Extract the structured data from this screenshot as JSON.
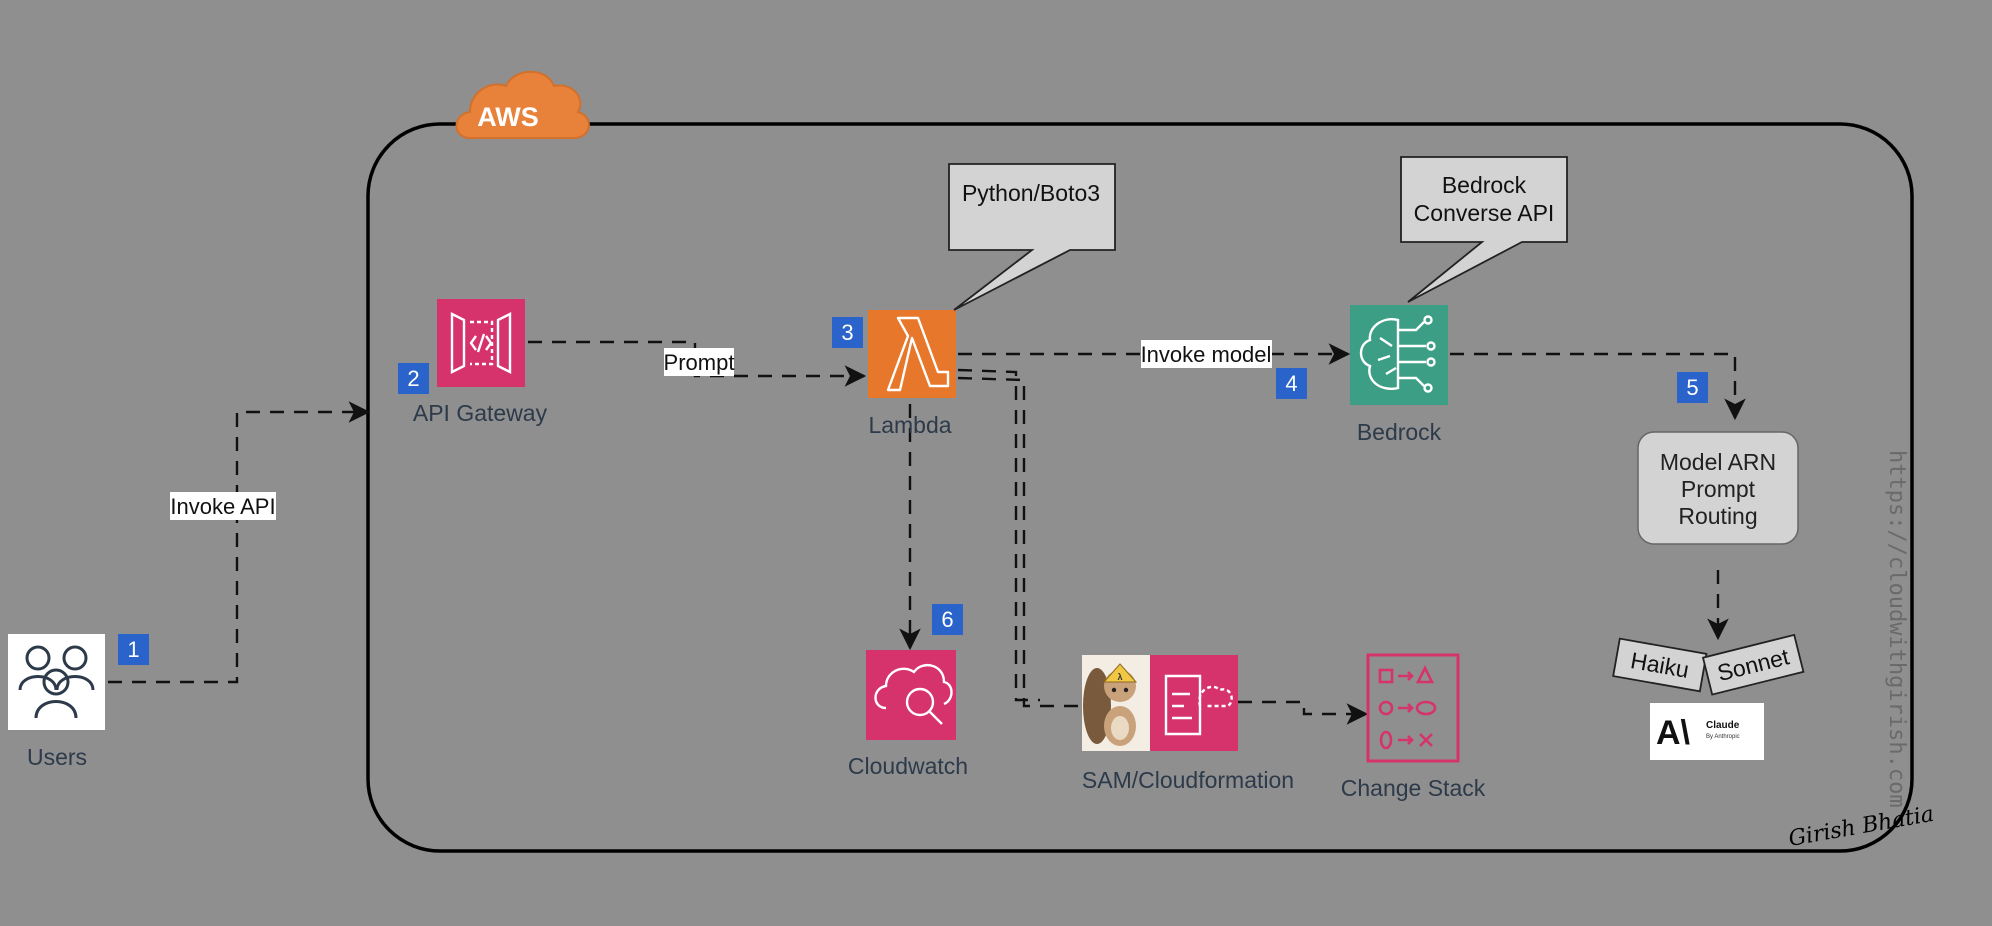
{
  "cloud": {
    "label": "AWS"
  },
  "colors": {
    "background": "#8f8f8f",
    "api_gateway": "#d6336c",
    "lambda": "#e7772a",
    "bedrock": "#3c9e85",
    "cloudwatch": "#d6336c",
    "cloudformation": "#d6336c",
    "change_stack": "#d6336c",
    "aws_cloud": "#e8823a",
    "badge": "#2a63c9"
  },
  "nodes": {
    "users": {
      "label": "Users",
      "icon": "users-icon"
    },
    "api_gateway": {
      "label": "API Gateway",
      "icon": "api-gateway-icon"
    },
    "lambda": {
      "label": "Lambda",
      "icon": "lambda-icon"
    },
    "bedrock": {
      "label": "Bedrock",
      "icon": "bedrock-brain-icon"
    },
    "cloudwatch": {
      "label": "Cloudwatch",
      "icon": "cloudwatch-icon"
    },
    "sam": {
      "label": "SAM/Cloudformation",
      "icon": "sam-squirrel-icon"
    },
    "change_stack": {
      "label": "Change Stack",
      "icon": "change-stack-icon"
    },
    "model_box": {
      "lines": [
        "Model ARN",
        "Prompt",
        "Routing"
      ]
    }
  },
  "callouts": {
    "python": {
      "lines": [
        "Python/Boto3"
      ]
    },
    "bedrock_api": {
      "lines": [
        "Bedrock",
        "Converse API"
      ]
    }
  },
  "edge_labels": {
    "invoke_api": "Invoke API",
    "prompt": "Prompt",
    "invoke_model": "Invoke model"
  },
  "badges": [
    "1",
    "2",
    "3",
    "4",
    "5",
    "6"
  ],
  "models": {
    "haiku": "Haiku",
    "sonnet": "Sonnet"
  },
  "claude_logo": {
    "mark": "A\\",
    "name": "Claude",
    "by": "By Anthropic"
  },
  "watermark": "https://cloudwithgirish.com",
  "signature": "Girish Bhatia"
}
